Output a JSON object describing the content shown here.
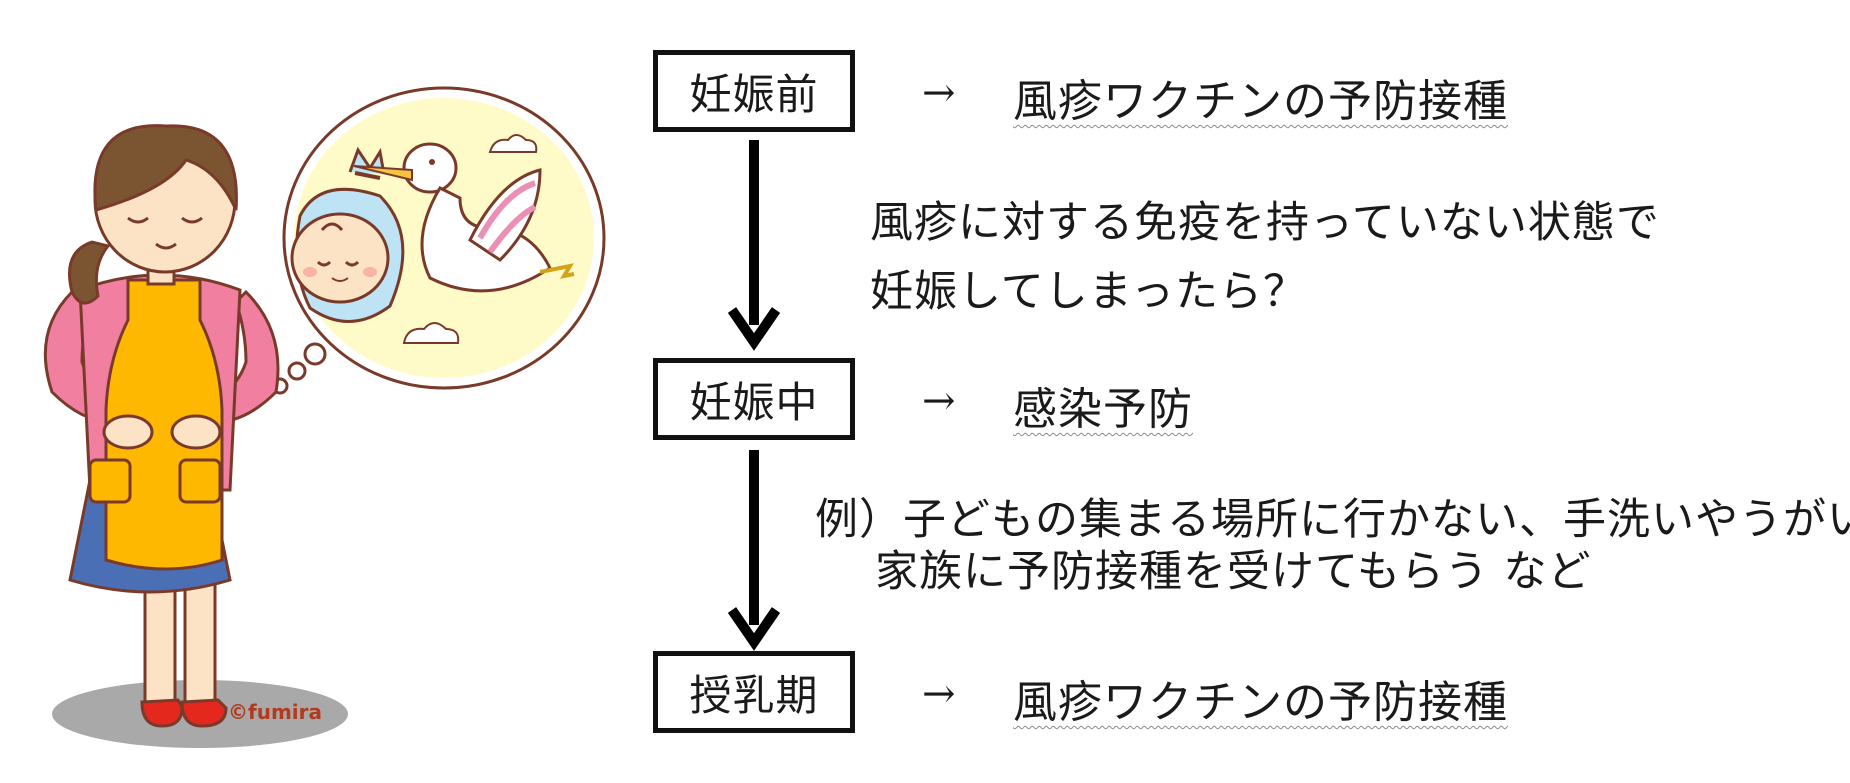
{
  "stages": [
    {
      "name": "妊娠前",
      "arrow": "→",
      "action": "風疹ワクチンの予防接種"
    },
    {
      "name": "妊娠中",
      "arrow": "→",
      "action": "感染予防"
    },
    {
      "name": "授乳期",
      "arrow": "→",
      "action": "風疹ワクチンの予防接種"
    }
  ],
  "notes": {
    "question_line1": "風疹に対する免疫を持っていない状態で",
    "question_line2": "妊娠してしまったら？",
    "example_line1": "例）子どもの集まる場所に行かない、手洗いやうがい、",
    "example_line2": "家族に予防接種を受けてもらう など"
  },
  "illustration": {
    "copyright": "©fumira",
    "subjects": [
      "pregnant-woman",
      "thought-bubble",
      "stork",
      "baby"
    ]
  },
  "colors": {
    "apron": "#FFB800",
    "sweater": "#F07FA0",
    "skirt": "#4A6FB4",
    "thought_fill": "#FFFBC8",
    "shoes": "#E5281E",
    "arrow": "#000000"
  }
}
